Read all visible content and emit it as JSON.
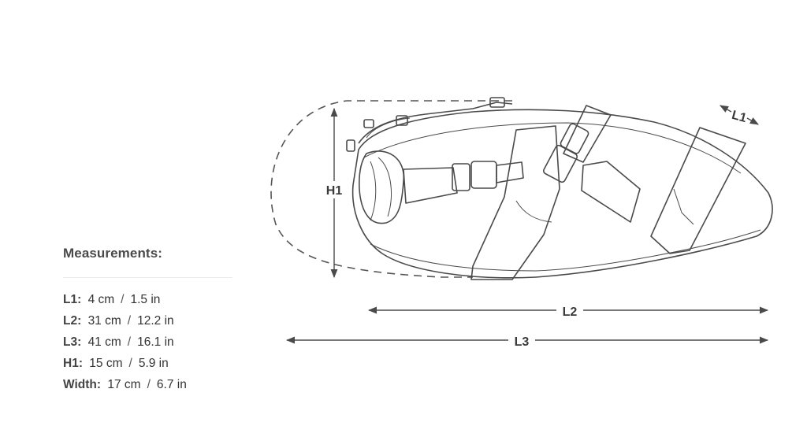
{
  "diagram": {
    "labels": {
      "l1": "L1",
      "l2": "L2",
      "l3": "L3",
      "h1": "H1"
    },
    "colors": {
      "line": "#4a4a4a",
      "text": "#3a3a3a"
    }
  },
  "specs": {
    "title": "Measurements:",
    "rows": [
      {
        "label": "L1:",
        "metric": "4 cm",
        "imperial": "1.5 in"
      },
      {
        "label": "L2:",
        "metric": "31 cm",
        "imperial": "12.2 in"
      },
      {
        "label": "L3:",
        "metric": "41 cm",
        "imperial": "16.1 in"
      },
      {
        "label": "H1:",
        "metric": "15 cm",
        "imperial": "5.9 in"
      },
      {
        "label": "Width:",
        "metric": "17 cm",
        "imperial": "6.7 in"
      }
    ],
    "separator": "/"
  }
}
